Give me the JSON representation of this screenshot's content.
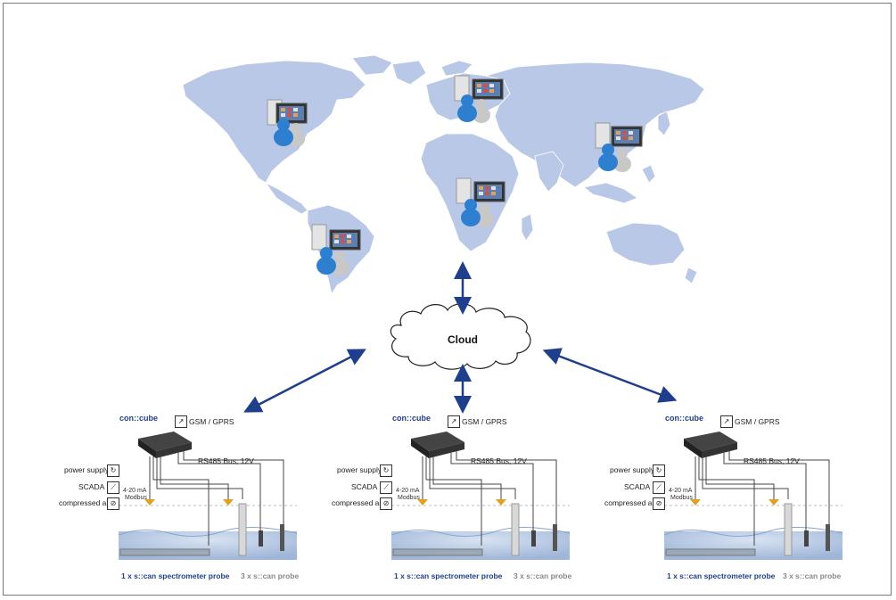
{
  "cloud": {
    "label": "Cloud"
  },
  "stations": [
    {
      "brand": {
        "part1": "con",
        "part2": "::",
        "part3": "cube"
      },
      "gsm": "GSM / GPRS",
      "bus": "RS485 Bus, 12V",
      "power": "power supply",
      "scada": "SCADA",
      "signal": "4-20 mA",
      "modbus": "Modbus",
      "air": "compressed air",
      "spectro": "1 x s::can spectrometer probe",
      "probes": "3 x s::can probe"
    },
    {
      "brand": {
        "part1": "con",
        "part2": "::",
        "part3": "cube"
      },
      "gsm": "GSM / GPRS",
      "bus": "RS485 Bus, 12V",
      "power": "power supply",
      "scada": "SCADA",
      "signal": "4-20 mA",
      "modbus": "Modbus",
      "air": "compressed air",
      "spectro": "1 x s::can spectrometer probe",
      "probes": "3 x s::can probe"
    },
    {
      "brand": {
        "part1": "con",
        "part2": "::",
        "part3": "cube"
      },
      "gsm": "GSM / GPRS",
      "bus": "RS485 Bus, 12V",
      "power": "power supply",
      "scada": "SCADA",
      "signal": "4-20 mA",
      "modbus": "Modbus",
      "air": "compressed air",
      "spectro": "1 x s::can spectrometer probe",
      "probes": "3 x s::can probe"
    }
  ],
  "icons": {
    "user_workstation": "user-workstation-icon",
    "gsm": "antenna-icon",
    "power": "power-plug-icon",
    "scada": "signal-icon",
    "air": "air-valve-icon"
  },
  "colors": {
    "map_land": "#b9c8e6",
    "arrow": "#1f3e8c",
    "water": "#a9bedd",
    "user_blue": "#2f7fd0"
  }
}
